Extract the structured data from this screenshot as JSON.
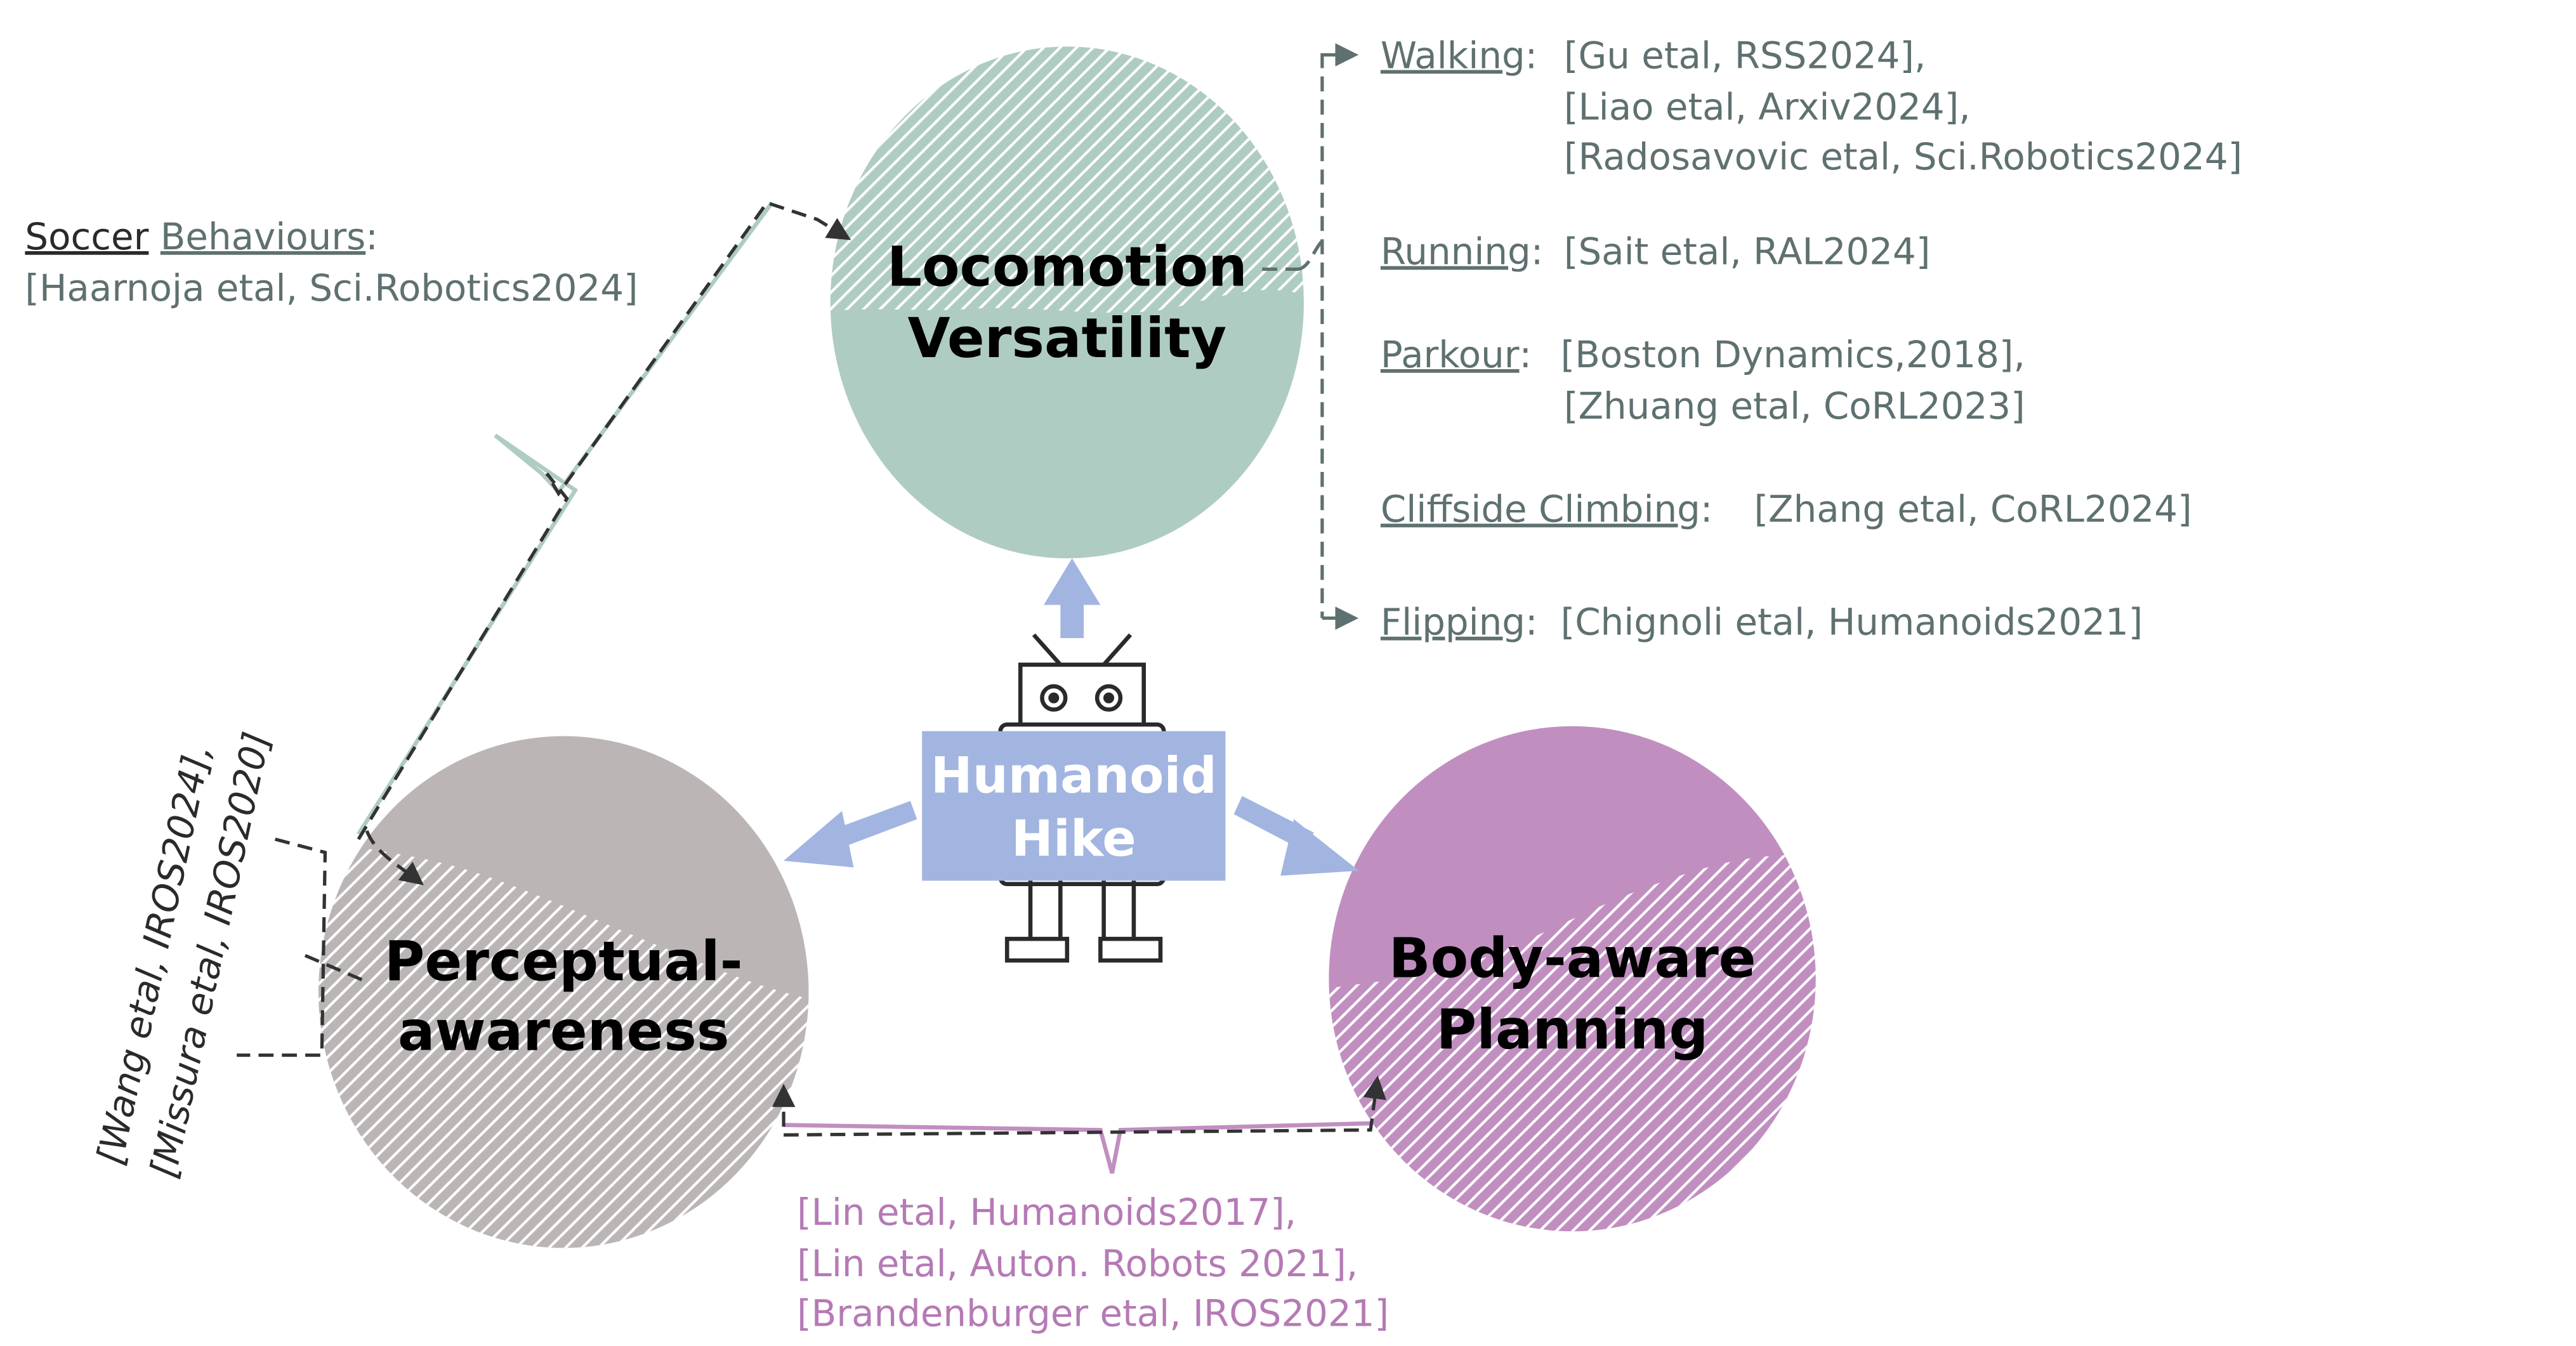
{
  "colors": {
    "locomotion": "#afccc3",
    "perceptual": "#bbb6b5",
    "planning": "#c08fc0",
    "robot_box": "#a2b5e0",
    "robot_line": "#2a2a2a",
    "text_gray": "#5f7070",
    "text_purple": "#b57ab5",
    "dash": "#333333"
  },
  "center": {
    "title_line1": "Humanoid",
    "title_line2": "Hike"
  },
  "nodes": {
    "locomotion": {
      "line1": "Locomotion",
      "line2": "Versatility"
    },
    "perceptual": {
      "line1": "Perceptual-",
      "line2": "awareness"
    },
    "planning": {
      "line1": "Body-aware",
      "line2": "Planning"
    }
  },
  "soccer": {
    "label_a": "Soccer",
    "label_b": "Behaviours",
    "colon": ":",
    "ref": "[Haarnoja etal, Sci.Robotics2024]"
  },
  "locomotion_refs": [
    {
      "skill": "Walking",
      "colon": ":",
      "refs": [
        "[Gu etal, RSS2024],",
        "[Liao etal, Arxiv2024],",
        "[Radosavovic etal, Sci.Robotics2024]"
      ]
    },
    {
      "skill": "Running",
      "colon": ":",
      "refs": [
        "[Sait etal, RAL2024]"
      ]
    },
    {
      "skill": "Parkour",
      "colon": ":",
      "refs": [
        "[Boston Dynamics,2018],",
        "[Zhuang etal, CoRL2023]"
      ]
    },
    {
      "skill": "Cliffside Climbing",
      "colon": ":",
      "refs": [
        "[Zhang etal, CoRL2024]"
      ]
    },
    {
      "skill": "Flipping",
      "colon": ":",
      "refs": [
        "[Chignoli etal, Humanoids2021]"
      ]
    }
  ],
  "perceptual_refs": [
    "[Wang etal, IROS2024],",
    "[Missura etal, IROS2020]"
  ],
  "planning_refs": [
    "[Lin etal, Humanoids2017],",
    "[Lin etal, Auton. Robots 2021],",
    "[Brandenburger etal, IROS2021]"
  ]
}
